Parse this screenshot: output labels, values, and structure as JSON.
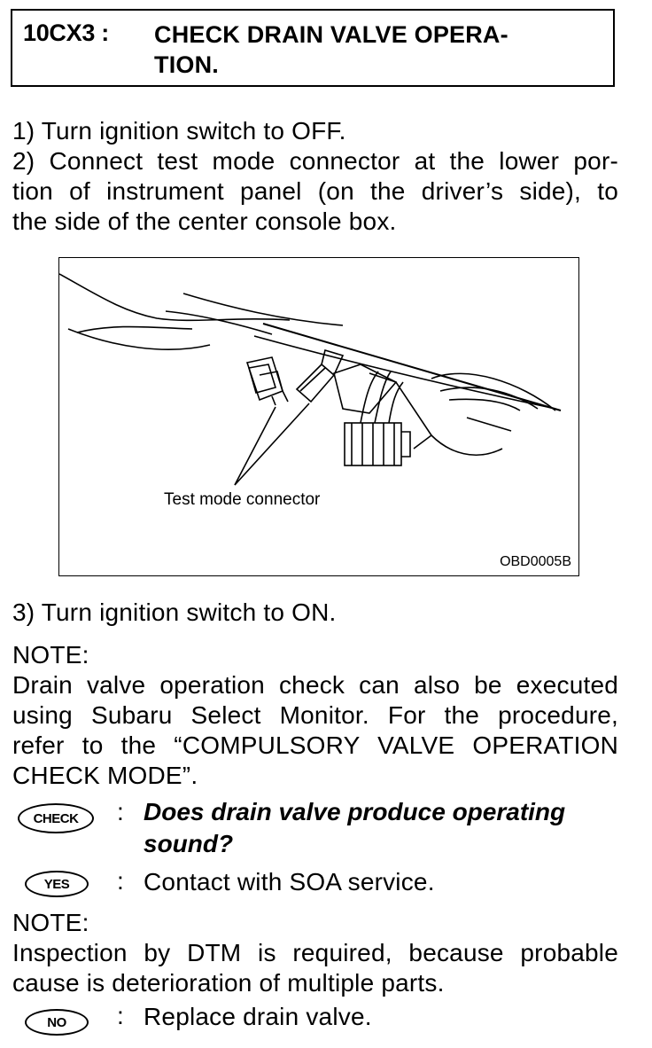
{
  "header": {
    "code": "10CX3 :",
    "title_line1": "CHECK DRAIN VALVE OPERA-",
    "title_line2": "TION."
  },
  "steps": {
    "step1": "1)  Turn ignition switch to OFF.",
    "step2_line1": "2)  Connect test mode connector at the lower por-",
    "step2_line2": "tion of instrument panel (on the driver’s side), to",
    "step2_line3": "the side of the center console box.",
    "step3": "3)  Turn ignition switch to ON."
  },
  "figure": {
    "callout": "Test mode connector",
    "code": "OBD0005B"
  },
  "note1": {
    "heading": "NOTE:",
    "line1": "Drain valve operation check can also be executed",
    "line2": "using Subaru Select Monitor. For the procedure,",
    "line3": "refer to the “COMPULSORY VALVE OPERATION",
    "line4": "CHECK MODE”."
  },
  "check": {
    "icon_label": "CHECK",
    "colon": ":",
    "question_line1": "Does drain valve produce operating",
    "question_line2": "sound?"
  },
  "yes": {
    "icon_label": "YES",
    "colon": ":",
    "text": "Contact with SOA service."
  },
  "note2": {
    "heading": "NOTE:",
    "line1": "Inspection by DTM is required, because probable",
    "line2": "cause is deterioration of multiple parts."
  },
  "no": {
    "icon_label": "NO",
    "colon": ":",
    "text": "Replace drain valve."
  }
}
